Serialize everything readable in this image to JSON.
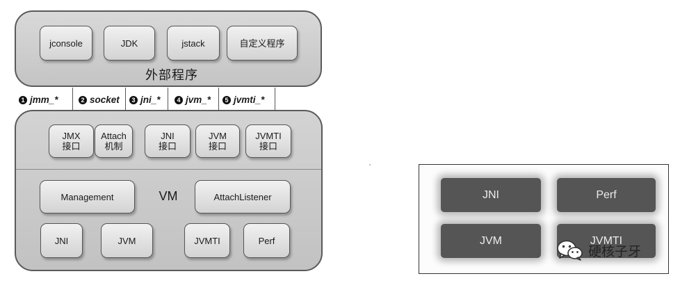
{
  "outer": {
    "title": "外部程序",
    "programs": [
      {
        "label": "jconsole"
      },
      {
        "label": "JDK"
      },
      {
        "label": "jstack"
      },
      {
        "label": "自定义程序"
      }
    ]
  },
  "interfaces": [
    {
      "num": "1",
      "label": "jmm_*"
    },
    {
      "num": "2",
      "label": "socket"
    },
    {
      "num": "3",
      "label": "jni_*"
    },
    {
      "num": "4",
      "label": "jvm_*"
    },
    {
      "num": "5",
      "label": "jvmti_*"
    }
  ],
  "vm": {
    "label": "VM",
    "entry_boxes": [
      {
        "line1": "JMX",
        "line2": "接口"
      },
      {
        "line1": "Attach",
        "line2": "机制"
      },
      {
        "line1": "JNI",
        "line2": "接口"
      },
      {
        "line1": "JVM",
        "line2": "接口"
      },
      {
        "line1": "JVMTI",
        "line2": "接口"
      }
    ],
    "management": "Management",
    "attach_listener": "AttachListener",
    "bottom_boxes": [
      {
        "label": "JNI"
      },
      {
        "label": "JVM"
      },
      {
        "label": "JVMTI"
      },
      {
        "label": "Perf"
      }
    ]
  },
  "right": {
    "boxes": [
      {
        "label": "JNI"
      },
      {
        "label": "Perf"
      },
      {
        "label": "JVM"
      },
      {
        "label": "JVMTI"
      }
    ],
    "watermark": "硬核子牙",
    "watermark_icon": "wechat-icon"
  }
}
